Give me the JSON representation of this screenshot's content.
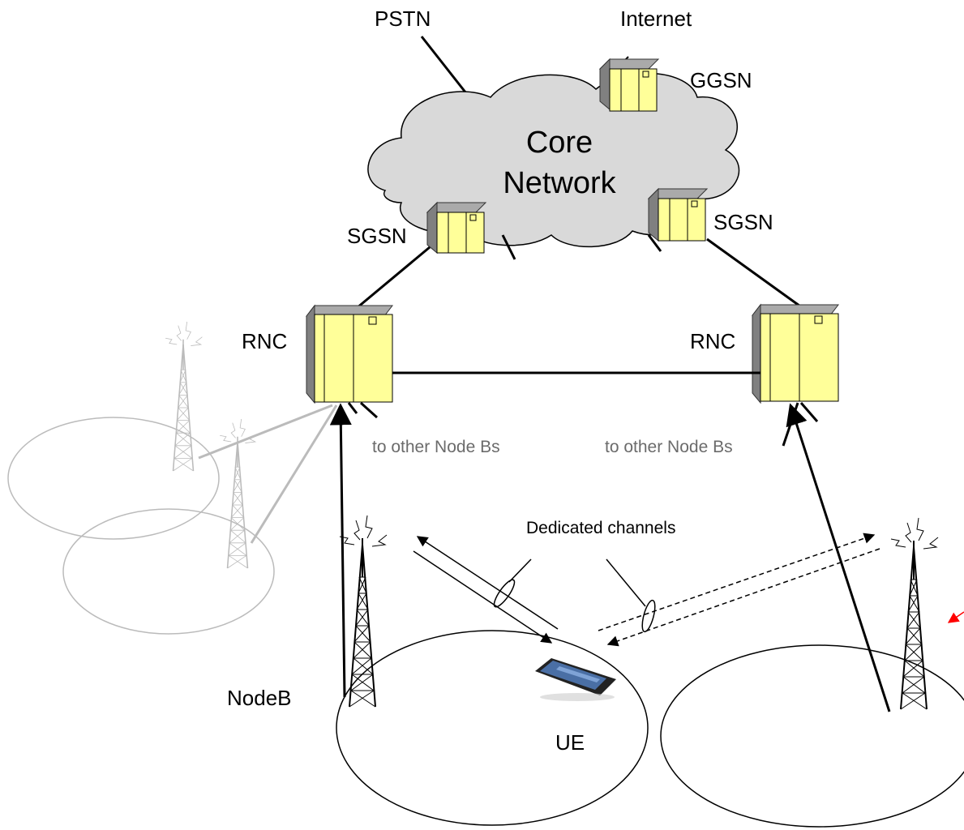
{
  "labels": {
    "pstn": "PSTN",
    "internet": "Internet",
    "ggsn": "GGSN",
    "core_line1": "Core",
    "core_line2": "Network",
    "sgsn_left": "SGSN",
    "sgsn_right": "SGSN",
    "rnc_left": "RNC",
    "rnc_right": "RNC",
    "other_nodeb_left": "to other Node Bs",
    "other_nodeb_right": "to other Node Bs",
    "dedicated": "Dedicated channels",
    "nodeb": "NodeB",
    "ue": "UE"
  },
  "colors": {
    "cloud_fill": "#d9d9d9",
    "equipment_fill": "#ffff99",
    "equipment_side": "#808080",
    "faded_gray": "#bbbbbb",
    "other_text": "#6b6b6b",
    "accent_arrow": "#ff0000"
  },
  "icons": {
    "equipment": "rack-server-icon",
    "tower": "antenna-tower-icon",
    "phone": "smartphone-icon"
  }
}
